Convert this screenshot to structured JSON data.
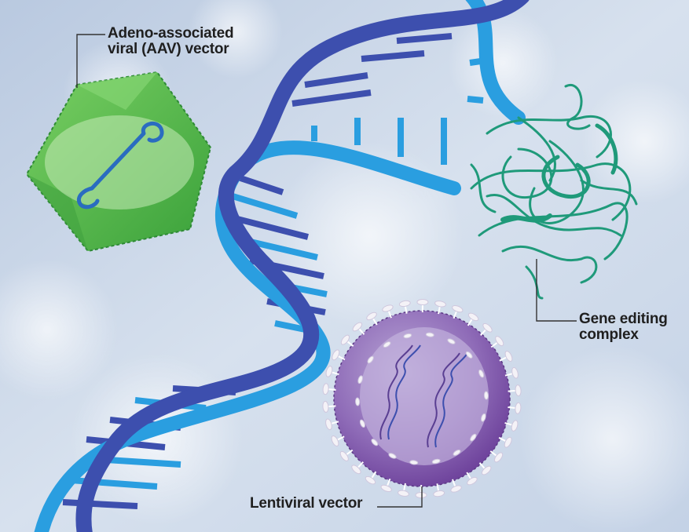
{
  "labels": {
    "aav": {
      "line1": "Adeno-associated",
      "line2": "viral (AAV) vector"
    },
    "gene_editing": {
      "line1": "Gene editing",
      "line2": "complex"
    },
    "lentiviral": {
      "line1": "Lentiviral vector"
    }
  },
  "colors": {
    "background": "#c9d6e6",
    "dna_dark": "#3d4fae",
    "dna_light": "#2a9ee0",
    "aav_green": "#55b548",
    "protein_teal": "#1f9a7a",
    "lenti_purple": "#8a63ad",
    "leader_line": "#333333"
  },
  "icons": {
    "aav": "hexagon-capsid-icon",
    "gene_editing": "protein-ribbon-icon",
    "lentiviral": "spiky-virus-icon",
    "dna": "double-helix-icon"
  }
}
